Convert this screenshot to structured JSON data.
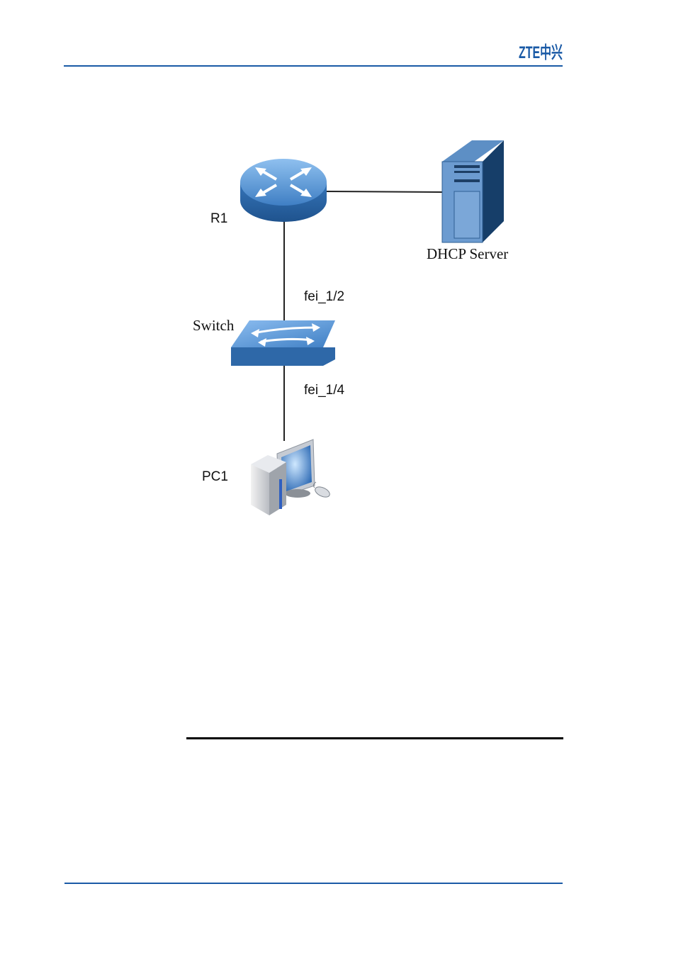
{
  "header": {
    "logo_text": "ZTE中兴"
  },
  "diagram": {
    "nodes": {
      "router": {
        "label": "R1",
        "icon": "router-icon"
      },
      "server": {
        "label": "DHCP Server",
        "icon": "server-icon"
      },
      "switch": {
        "label": "Switch",
        "icon": "switch-icon"
      },
      "pc": {
        "label": "PC1",
        "icon": "pc-icon"
      }
    },
    "links": {
      "router_switch": {
        "label": "fei_1/2"
      },
      "switch_pc": {
        "label": "fei_1/4"
      }
    }
  },
  "colors": {
    "brand_blue": "#1a5aa6",
    "device_blue": "#3f7fc4",
    "server_blue": "#2f5f93"
  }
}
